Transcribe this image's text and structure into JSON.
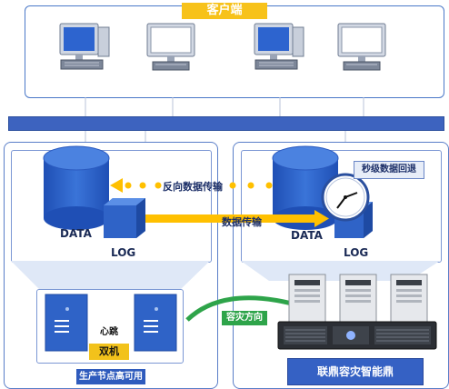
{
  "client": {
    "title": "客户端",
    "computers": [
      {
        "icon": "blue-screen-computer-icon"
      },
      {
        "icon": "blank-screen-computer-icon"
      },
      {
        "icon": "blue-screen-computer-icon"
      },
      {
        "icon": "blank-screen-computer-icon"
      }
    ]
  },
  "production": {
    "data_label": "DATA",
    "log_label": "LOG",
    "heartbeat_label": "心跳",
    "dual_label": "双机",
    "ha_label": "生产节点高可用"
  },
  "flows": {
    "reverse_label": "反向数据传输",
    "transfer_label": "数据传输",
    "dr_direction_label": "容灾方向"
  },
  "disaster_recovery": {
    "rollback_label": "秒级数据回退",
    "data_label": "DATA",
    "log_label": "LOG",
    "product_label": "联鼎容灾智能鼎"
  },
  "colors": {
    "bus_blue": "#3d63bf",
    "cylinder_blue": "#2f63c7",
    "arrow_yellow": "#ffc000",
    "arrow_green": "#2ea44a",
    "client_title_yellow": "#f7c21a"
  }
}
